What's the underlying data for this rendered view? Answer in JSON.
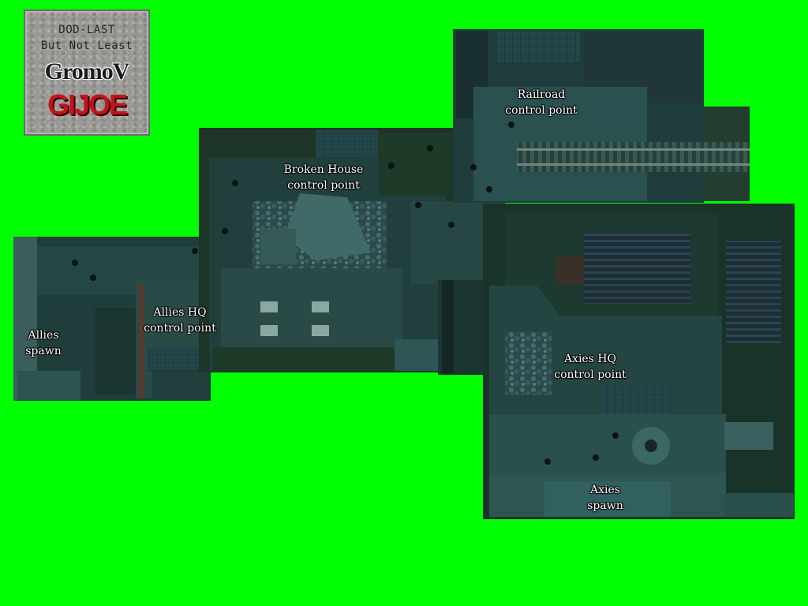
{
  "badge": {
    "line1": "DOD-LAST",
    "line2": "But Not Least",
    "logo_text": "GromoV",
    "brand_text": "GIJOE"
  },
  "labels": {
    "railroad": {
      "line1": "Railroad",
      "line2": "control point"
    },
    "broken_house": {
      "line1": "Broken House",
      "line2": "control point"
    },
    "allies_hq": {
      "line1": "Allies HQ",
      "line2": "control point"
    },
    "allies_spawn": {
      "line1": "Allies",
      "line2": "spawn"
    },
    "axies_hq": {
      "line1": "Axies HQ",
      "line2": "control point"
    },
    "axies_spawn": {
      "line1": "Axies",
      "line2": "spawn"
    }
  },
  "colors": {
    "background": "#00ff00",
    "floor": "#1f3f3c",
    "grass": "#1c3526",
    "cobble": "#2a4e4c",
    "roof": "#203a40",
    "label": "#ffffff"
  },
  "icons": {
    "railroad-track": "rail-track",
    "ruined-house": "broken-house",
    "fountain": "fountain"
  }
}
